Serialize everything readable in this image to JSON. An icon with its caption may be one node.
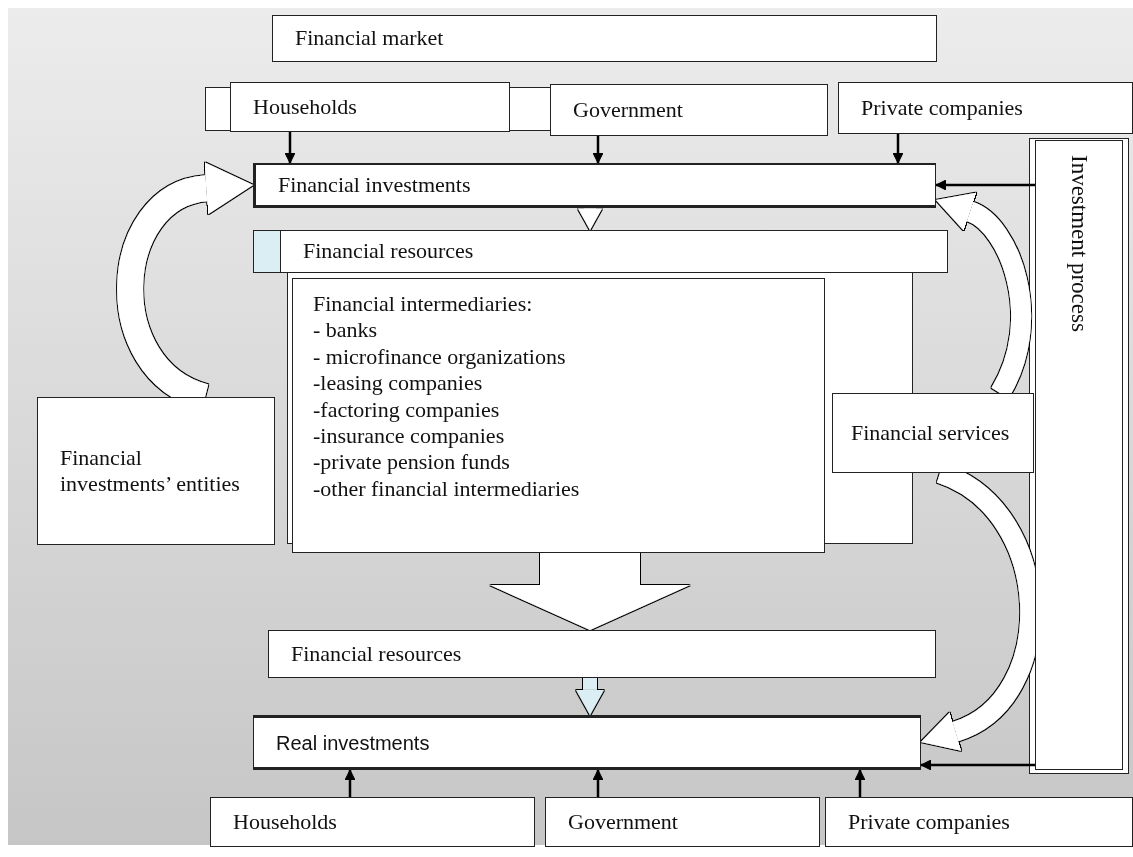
{
  "diagram": {
    "nodes": [
      {
        "text": [
          "Financial market"
        ]
      },
      {
        "text": [
          "Households"
        ]
      },
      {
        "text": [
          "Government"
        ]
      },
      {
        "text": [
          "Private companies"
        ]
      },
      {
        "text": [
          "Financial investments"
        ]
      },
      {
        "text": [
          "Financial resources"
        ]
      },
      {
        "text": [
          "Financial intermediaries:",
          "- banks",
          "- microfinance organizations",
          "-leasing companies",
          "-factoring companies",
          "-insurance companies",
          "-private pension funds",
          "-other financial intermediaries"
        ]
      },
      {
        "text": [
          "Financial investments’ entities"
        ]
      },
      {
        "text": [
          "Financial services"
        ]
      },
      {
        "text": [
          "Investment process"
        ]
      },
      {
        "text": [
          "Financial resources"
        ]
      },
      {
        "text": [
          "Real investments"
        ]
      },
      {
        "text": [
          "Households"
        ]
      },
      {
        "text": [
          "Government"
        ]
      },
      {
        "text": [
          "Private companies"
        ]
      }
    ],
    "edges": [
      {
        "from": 1,
        "to": 4,
        "arrow": "to"
      },
      {
        "from": 2,
        "to": 4,
        "arrow": "to"
      },
      {
        "from": 3,
        "to": 4,
        "arrow": "to"
      },
      {
        "from": 9,
        "to": 4,
        "arrow": "to"
      },
      {
        "from": 4,
        "to": 5,
        "arrow": "to",
        "style": "thick",
        "color": "#ffffff"
      },
      {
        "from": 7,
        "to": 4,
        "arrow": "to",
        "style": "thick",
        "color": "#ffffff"
      },
      {
        "from": 8,
        "to": 4,
        "arrow": "to",
        "style": "thick",
        "color": "#ffffff"
      },
      {
        "from": 6,
        "to": 10,
        "arrow": "to",
        "style": "thick",
        "color": "#ffffff"
      },
      {
        "from": 10,
        "to": 11,
        "arrow": "to",
        "style": "thick",
        "color": "#dbeef4"
      },
      {
        "from": 8,
        "to": 11,
        "arrow": "to",
        "style": "thick",
        "color": "#ffffff"
      },
      {
        "from": 9,
        "to": 11,
        "arrow": "to"
      },
      {
        "from": 12,
        "to": 11,
        "arrow": "to"
      },
      {
        "from": 13,
        "to": 11,
        "arrow": "to"
      },
      {
        "from": 14,
        "to": 11,
        "arrow": "to"
      }
    ]
  }
}
